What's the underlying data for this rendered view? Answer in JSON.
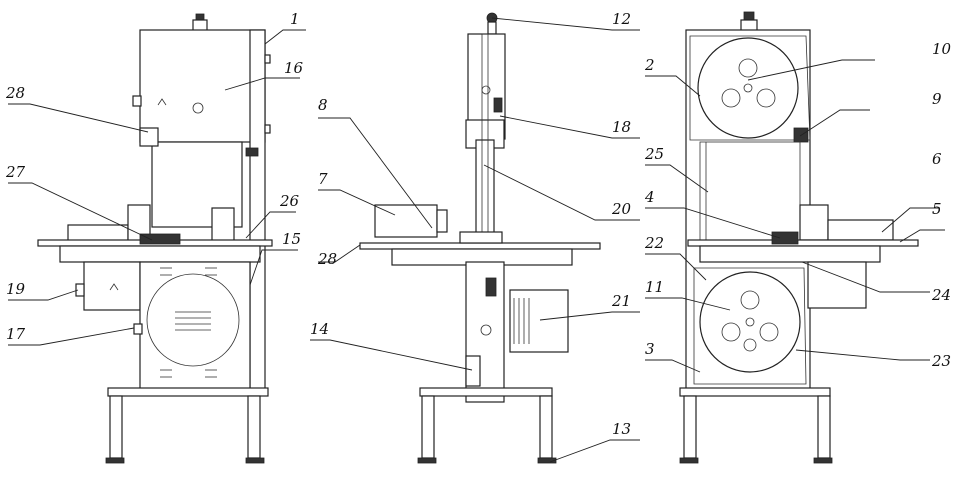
{
  "callouts": {
    "c1": "1",
    "c2": "2",
    "c3": "3",
    "c4": "4",
    "c5": "5",
    "c6": "6",
    "c7": "7",
    "c8": "8",
    "c9": "9",
    "c10": "10",
    "c11": "11",
    "c12": "12",
    "c13": "13",
    "c14": "14",
    "c15": "15",
    "c16": "16",
    "c17": "17",
    "c18": "18",
    "c19": "19",
    "c20": "20",
    "c21": "21",
    "c22": "22",
    "c23": "23",
    "c24": "24",
    "c25": "25",
    "c26": "26",
    "c27": "27",
    "c28a": "28",
    "c28b": "28"
  },
  "line_color": "#222222"
}
